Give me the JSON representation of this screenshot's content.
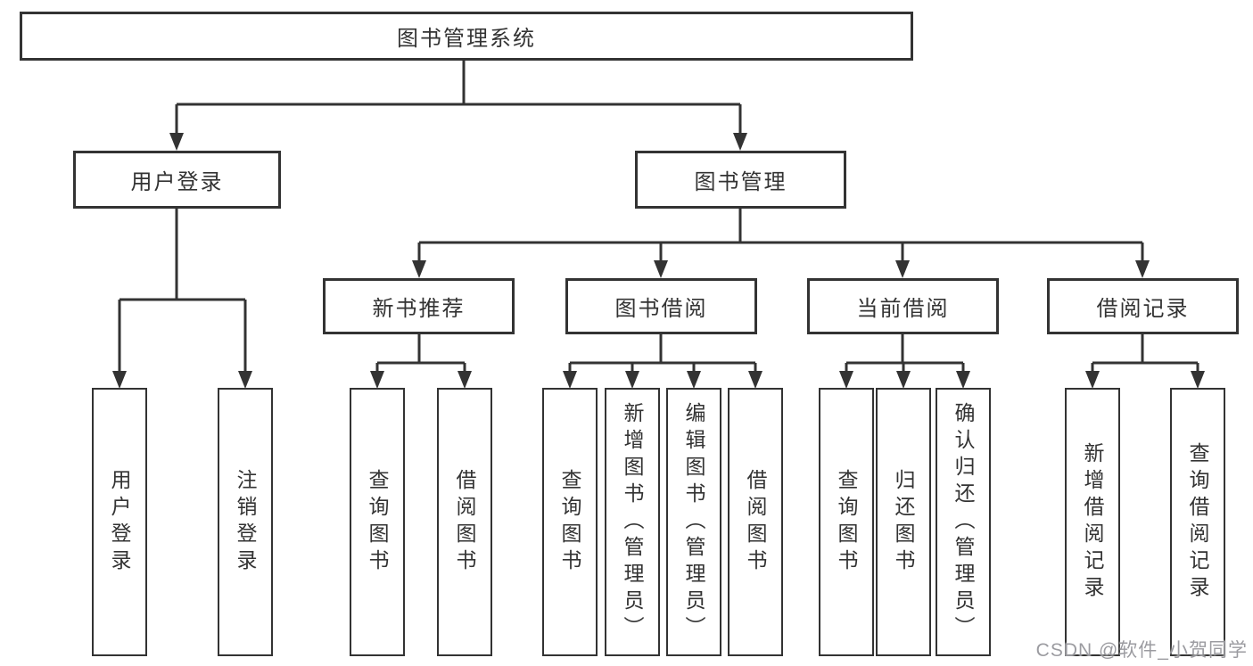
{
  "tree": {
    "label": "图书管理系统",
    "children": [
      {
        "label": "用户登录",
        "children": [
          {
            "label": "用户登录"
          },
          {
            "label": "注销登录"
          }
        ]
      },
      {
        "label": "图书管理",
        "children": [
          {
            "label": "新书推荐",
            "children": [
              {
                "label": "查询图书"
              },
              {
                "label": "借阅图书"
              }
            ]
          },
          {
            "label": "图书借阅",
            "children": [
              {
                "label": "查询图书"
              },
              {
                "label": "新增图书（管理员）"
              },
              {
                "label": "编辑图书（管理员）"
              },
              {
                "label": "借阅图书"
              }
            ]
          },
          {
            "label": "当前借阅",
            "children": [
              {
                "label": "查询图书"
              },
              {
                "label": "归还图书"
              },
              {
                "label": "确认归还（管理员）"
              }
            ]
          },
          {
            "label": "借阅记录",
            "children": [
              {
                "label": "新增借阅记录"
              },
              {
                "label": "查询借阅记录"
              }
            ]
          }
        ]
      }
    ]
  },
  "watermark": "CSDN @软件_小贺同学",
  "colors": {
    "line": "#333333",
    "text": "#333333",
    "node_background": "#ffffff",
    "background": "#ffffff",
    "watermark": "#96969b"
  }
}
